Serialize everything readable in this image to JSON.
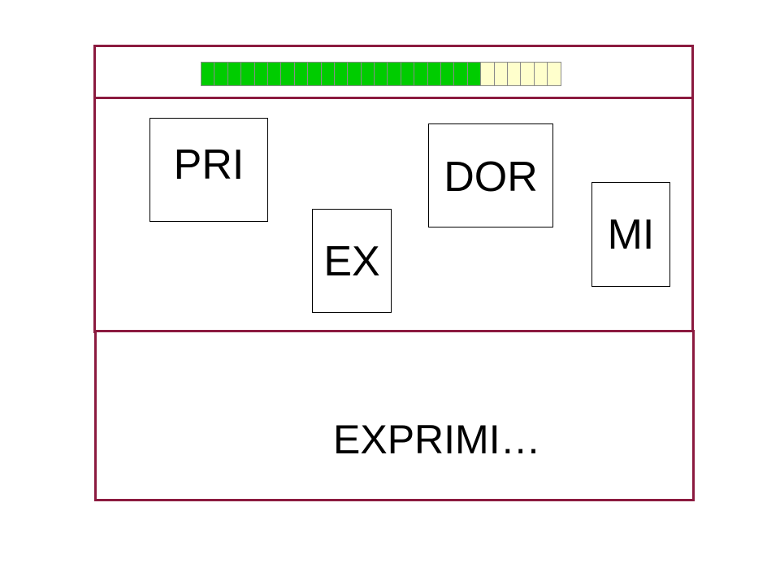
{
  "progress": {
    "filled_segments": 21,
    "total_segments": 27,
    "filled_color": "#00cc00",
    "empty_color": "#ffffcc"
  },
  "tiles": [
    {
      "id": "pri",
      "label": "PRI"
    },
    {
      "id": "dor",
      "label": "DOR"
    },
    {
      "id": "ex",
      "label": "EX"
    },
    {
      "id": "mi",
      "label": "MI"
    }
  ],
  "answer": {
    "text": "EXPRIMI…"
  },
  "colors": {
    "border": "#8b1a3f"
  }
}
